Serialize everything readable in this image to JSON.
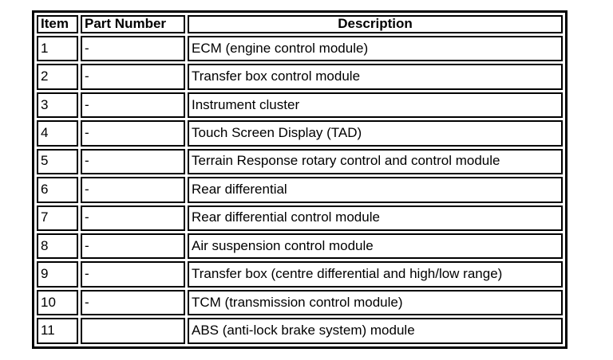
{
  "page": {
    "background_color": "#ffffff"
  },
  "table": {
    "border_color": "#000000",
    "text_color": "#000000",
    "headers": [
      "Item",
      "Part Number",
      "Description"
    ],
    "rows": [
      {
        "item": "1",
        "part_number": "-",
        "description": "ECM (engine control module)"
      },
      {
        "item": "2",
        "part_number": "-",
        "description": "Transfer box control module"
      },
      {
        "item": "3",
        "part_number": "-",
        "description": "Instrument cluster"
      },
      {
        "item": "4",
        "part_number": "-",
        "description": "Touch Screen Display (TAD)"
      },
      {
        "item": "5",
        "part_number": "-",
        "description": "Terrain Response rotary control and control module"
      },
      {
        "item": "6",
        "part_number": "-",
        "description": "Rear differential"
      },
      {
        "item": "7",
        "part_number": "-",
        "description": "Rear differential control module"
      },
      {
        "item": "8",
        "part_number": "-",
        "description": "Air suspension control module"
      },
      {
        "item": "9",
        "part_number": "-",
        "description": "Transfer box (centre differential and high/low range)"
      },
      {
        "item": "10",
        "part_number": "-",
        "description": "TCM (transmission control module)"
      },
      {
        "item": "11",
        "part_number": "",
        "description": "ABS (anti-lock brake system) module"
      }
    ]
  }
}
